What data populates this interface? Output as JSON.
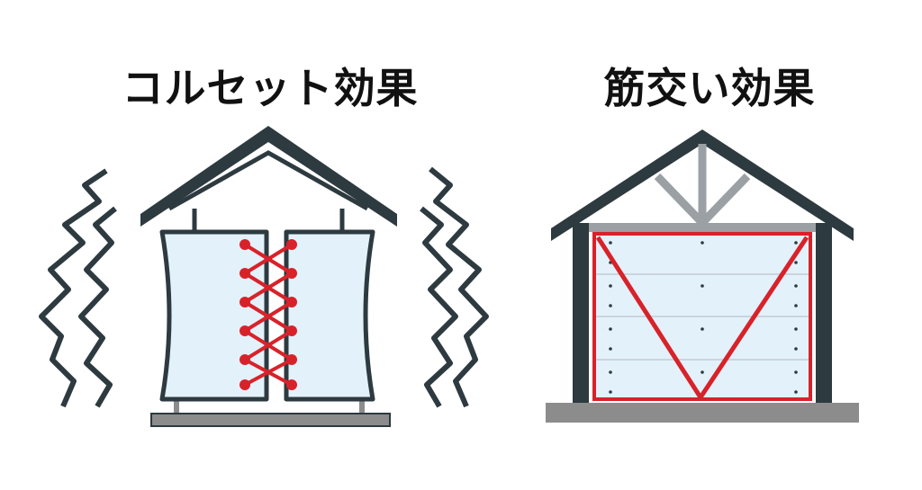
{
  "titles": {
    "left": "コルセット効果",
    "right": "筋交い効果"
  },
  "colors": {
    "frame": "#2d3a40",
    "wall_fill": "#e3f1fb",
    "lacing": "#d8222a",
    "brace": "#d8222a",
    "foundation": "#8c8c8c",
    "truss": "#9aa0a3"
  },
  "icons": {
    "left_motion": "shake-lines-icon",
    "right_wall_dots": "fastener-dots"
  }
}
